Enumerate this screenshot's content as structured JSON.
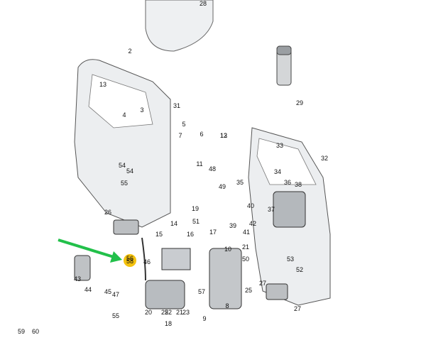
{
  "diagram": {
    "highlight_label": "58",
    "highlight_color": "#f4c20d",
    "arrow_color": "#22c04a",
    "callouts": [
      "2",
      "3",
      "4",
      "5",
      "6",
      "7",
      "8",
      "9",
      "10",
      "11",
      "12",
      "13",
      "13",
      "14",
      "15",
      "16",
      "17",
      "18",
      "19",
      "20",
      "21",
      "21",
      "22",
      "23",
      "25",
      "25",
      "26",
      "27",
      "27",
      "28",
      "29",
      "31",
      "32",
      "33",
      "34",
      "35",
      "36",
      "37",
      "38",
      "39",
      "40",
      "41",
      "42",
      "43",
      "44",
      "45",
      "46",
      "47",
      "48",
      "49",
      "50",
      "51",
      "52",
      "53",
      "54",
      "54",
      "55",
      "55",
      "56",
      "57",
      "58",
      "59",
      "60"
    ]
  }
}
